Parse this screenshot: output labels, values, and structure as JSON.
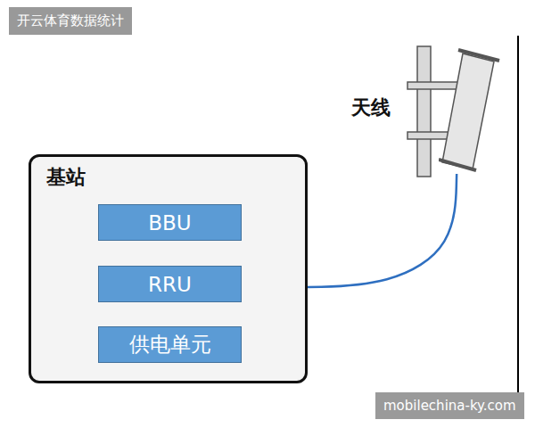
{
  "diagram": {
    "nodes": [
      {
        "text": [
          "基站"
        ]
      },
      {
        "text": [
          "BBU"
        ],
        "in": 0
      },
      {
        "text": [
          "RRU"
        ],
        "in": 0
      },
      {
        "text": [
          "供电单元"
        ],
        "in": 0
      },
      {
        "text": [
          "天线"
        ]
      }
    ],
    "edges": [
      {
        "from": 0,
        "to": 4,
        "arrow": "none"
      }
    ],
    "labels": [
      "开云体育数据统计",
      "mobilechina-ky.com"
    ]
  }
}
